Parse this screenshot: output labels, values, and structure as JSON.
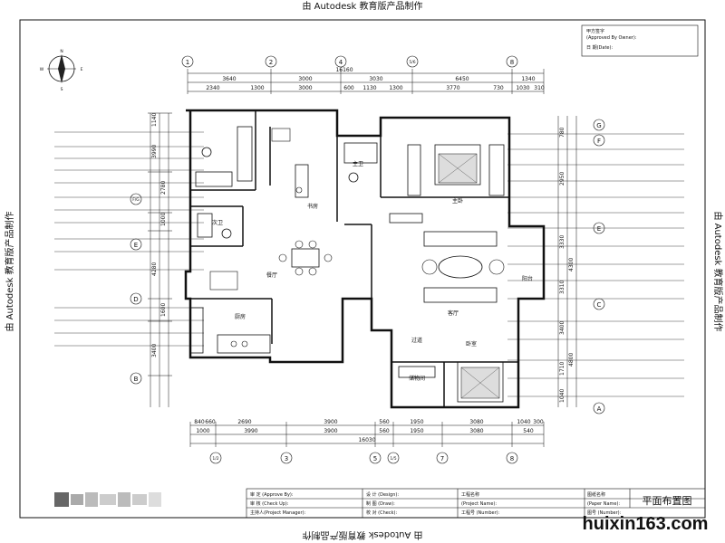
{
  "watermark": "由 Autodesk 教育版产品制作",
  "title_block": {
    "approved_by_owner": "甲方签字",
    "approved_by_owner_en": "(Approved By Owner):",
    "date": "日 期(Date):",
    "approval": "审 定 (Approve By):",
    "check": "审 核 (Check Up):",
    "manager": "主持人(Project Manager):",
    "designer": "设 计 (Design):",
    "drawing": "制 图 (Draw):",
    "checked": "校 对 (Check):",
    "project": "工程名称",
    "project_en": "(Project Name):",
    "job_no": "工程号 (Number):",
    "paper_name_label": "图纸名称",
    "paper_name_en": "(Paper Name):",
    "paper_no": "图号 (Number):",
    "sheet_title": "平面布置图"
  },
  "site_brand": "huixin163.com",
  "grid_labels": {
    "top": [
      "1",
      "2",
      "4",
      "5/6",
      "8"
    ],
    "bottom": [
      "1/2",
      "3",
      "5",
      "1/5",
      "7",
      "8"
    ],
    "left": [
      "F/G",
      "E",
      "D",
      "B"
    ],
    "right": [
      "G",
      "F",
      "E",
      "C",
      "A"
    ]
  },
  "dims": {
    "top_total": "16160",
    "top_mid": [
      "3640",
      "3000",
      "3030",
      "6450",
      "1340"
    ],
    "top_sub": [
      "2340",
      "1300",
      "3000",
      "600",
      "1130",
      "1300",
      "3770",
      "730",
      "1030",
      "310"
    ],
    "bottom_sub": [
      "840",
      "660",
      "2690",
      "3900",
      "560",
      "1950",
      "3080",
      "1040",
      "300"
    ],
    "bottom_mid": [
      "1000",
      "3990",
      "3900",
      "560",
      "1950",
      "3080",
      "540"
    ],
    "bottom_total": "16030",
    "left": [
      "1140",
      "3990",
      "2780",
      "1000",
      "4280",
      "1600",
      "3400"
    ],
    "right": [
      "780",
      "2950",
      "4300",
      "3330",
      "3310",
      "4800",
      "3400",
      "1710",
      "1040"
    ]
  },
  "rooms": {
    "master_bath": "主卫",
    "bedroom_1": "主卧",
    "bedroom_2": "书房",
    "second_bath": "次卫",
    "dining": "餐厅",
    "kitchen": "厨房",
    "living": "客厅",
    "balcony": "阳台",
    "corridor": "过道",
    "bedroom_3": "卧室",
    "storage": "储物间"
  }
}
